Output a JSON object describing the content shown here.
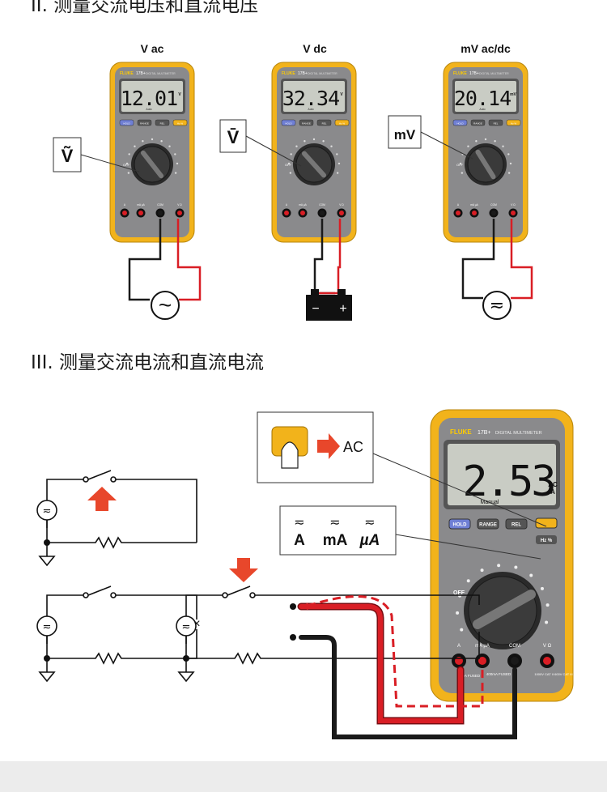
{
  "section2": {
    "title": "II. 测量交流电压和直流电压"
  },
  "section3": {
    "title": "III. 测量交流电流和直流电流"
  },
  "meters": [
    {
      "heading": "V ac",
      "reading": "12.01",
      "unit": "V",
      "subunit": "Auto",
      "indicator": "Ṽ",
      "source": "ac-source"
    },
    {
      "heading": "V dc",
      "reading": "32.34",
      "unit": "V",
      "subunit": "Auto",
      "indicator": "V̄",
      "source": "battery"
    },
    {
      "heading": "mV ac/dc",
      "reading": "20.14",
      "unit": "mV",
      "subunit": "Auto",
      "indicator": "mV",
      "source": "ac-dc-source"
    }
  ],
  "meter_ui": {
    "brand": "FLUKE",
    "model": "17B+",
    "model_caption": "DIGITAL MULTIMETER",
    "buttons": [
      "HOLD",
      "RANGE",
      "REL",
      "Hz %"
    ],
    "off_label": "OFF",
    "jack_labels": [
      "A",
      "mA µA",
      "COM",
      "V Ω"
    ],
    "fuse_a": "10A FUSED",
    "fuse_ma": "400mA FUSED",
    "cat_rating": "1000V CAT II 600V CAT III"
  },
  "large_meter": {
    "reading": "2.53",
    "unit_top": "AC",
    "unit_bottom": "A",
    "mode_label": "Manual"
  },
  "callout_ac": {
    "label": "AC"
  },
  "callout_modes": {
    "modes": [
      "A",
      "mA",
      "µA"
    ]
  },
  "colors": {
    "body_yellow": "#f2b31b",
    "body_gray": "#8a8a8c",
    "lcd": "#c9ccc4",
    "red_lead": "#d91e25",
    "black_lead": "#1a1a1a",
    "arrow_red": "#e8472b"
  }
}
